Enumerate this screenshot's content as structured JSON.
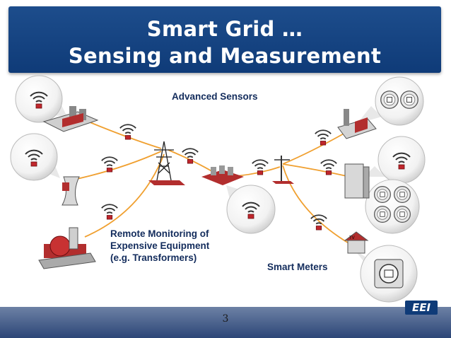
{
  "title": {
    "line1": "Smart Grid …",
    "line2": "Sensing and Measurement"
  },
  "labels": {
    "advanced_sensors": "Advanced Sensors",
    "remote_monitoring": [
      "Remote Monitoring of",
      "Expensive Equipment",
      "(e.g. Transformers)"
    ],
    "smart_meters": "Smart Meters"
  },
  "tv_label": "TV",
  "page_number": "3",
  "logo": "EEI",
  "colors": {
    "title_bar": "#0f3b78",
    "line": "#f0a030",
    "sensor": "#c0262c",
    "label": "#132c5c"
  }
}
